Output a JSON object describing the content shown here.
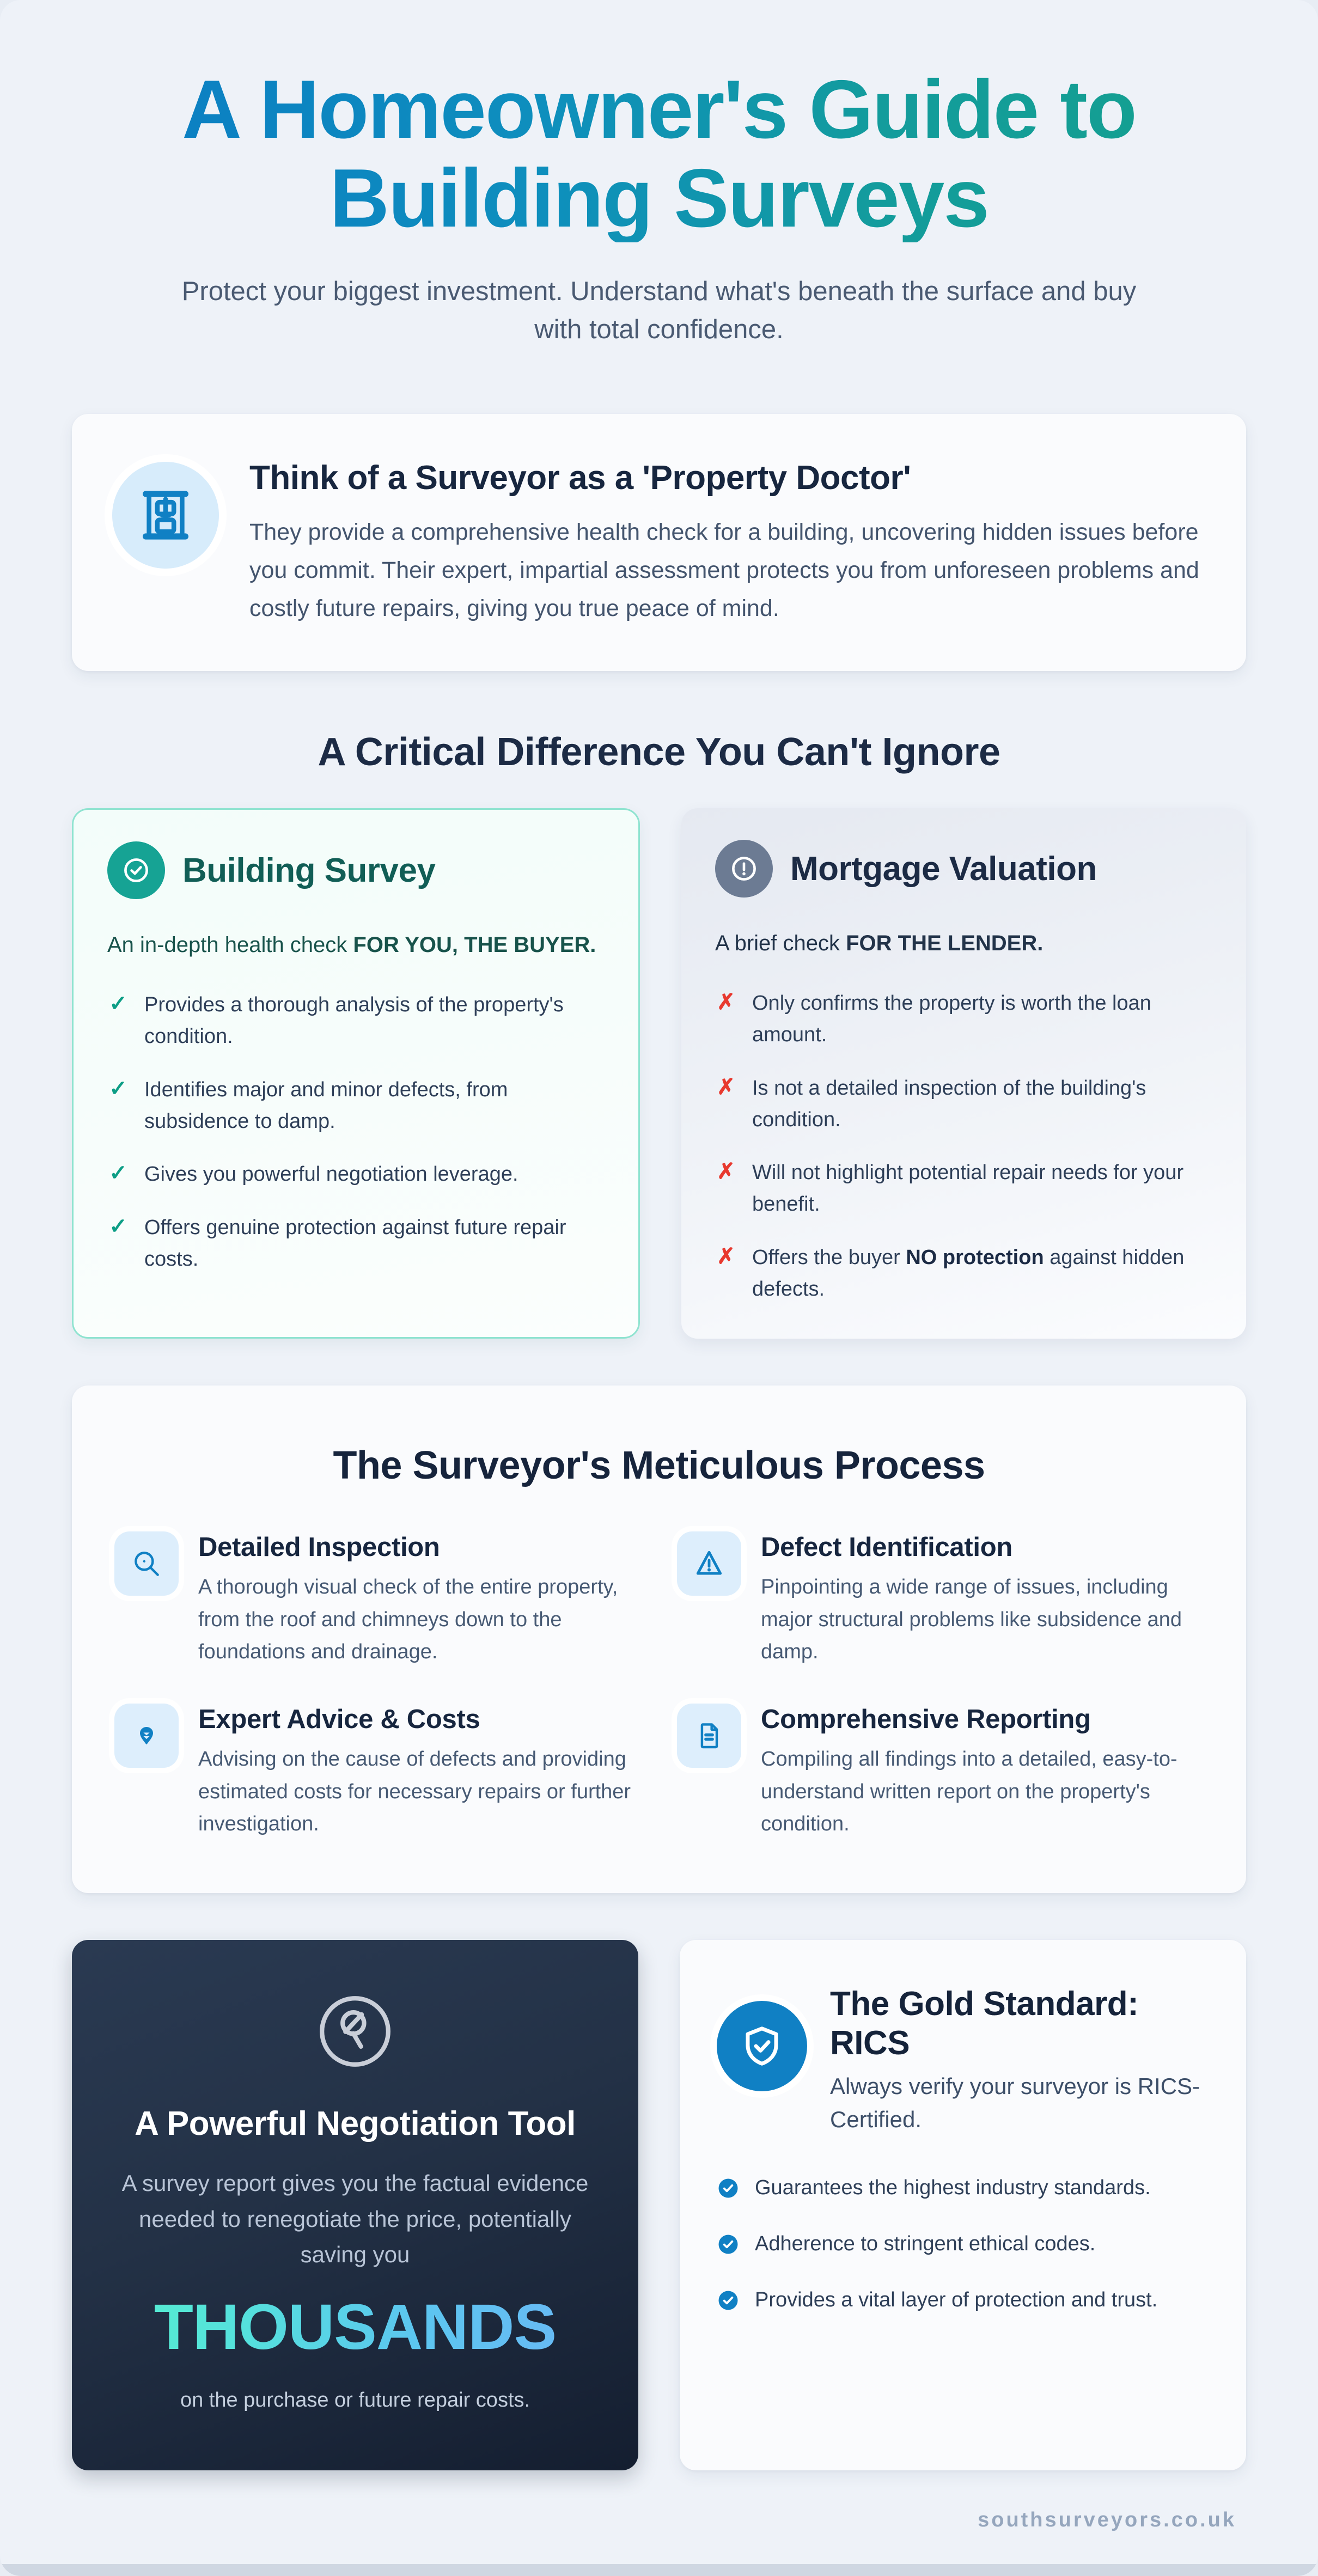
{
  "hero": {
    "title": "A Homeowner's Guide to Building Surveys",
    "subtitle": "Protect your biggest investment. Understand what's beneath the surface and buy with total confidence."
  },
  "intro": {
    "icon": "building-hospital-icon",
    "title": "Think of a Surveyor as a 'Property Doctor'",
    "text": "They provide a comprehensive health check for a building, uncovering hidden issues before you commit. Their expert, impartial assessment protects you from unforeseen problems and costly future repairs, giving you true peace of mind."
  },
  "compare": {
    "heading": "A Critical Difference You Can't Ignore",
    "good": {
      "icon": "check-circle-icon",
      "title": "Building Survey",
      "lead_plain": "An in-depth health check ",
      "lead_bold": "FOR YOU, THE BUYER.",
      "items": [
        "Provides a thorough analysis of the property's condition.",
        "Identifies major and minor defects, from subsidence to damp.",
        "Gives you powerful negotiation leverage.",
        "Offers genuine protection against future repair costs."
      ]
    },
    "bad": {
      "icon": "exclamation-circle-icon",
      "title": "Mortgage Valuation",
      "lead_plain": "A brief check ",
      "lead_bold": "FOR THE LENDER.",
      "items": [
        {
          "pre": "Only confirms the property is worth the loan amount.",
          "bold": "",
          "post": ""
        },
        {
          "pre": "Is not a detailed inspection of the building's condition.",
          "bold": "",
          "post": ""
        },
        {
          "pre": "Will not highlight potential repair needs for your benefit.",
          "bold": "",
          "post": ""
        },
        {
          "pre": "Offers the buyer ",
          "bold": "NO protection",
          "post": " against hidden defects."
        }
      ]
    }
  },
  "process": {
    "title": "The Surveyor's Meticulous Process",
    "items": [
      {
        "icon": "magnifier-icon",
        "heading": "Detailed Inspection",
        "text": "A thorough visual check of the entire property, from the roof and chimneys down to the foundations and drainage."
      },
      {
        "icon": "warning-triangle-icon",
        "heading": "Defect Identification",
        "text": "Pinpointing a wide range of issues, including major structural problems like subsidence and damp."
      },
      {
        "icon": "shield-pin-icon",
        "heading": "Expert Advice & Costs",
        "text": "Advising on the cause of defects and providing estimated costs for necessary repairs or further investigation."
      },
      {
        "icon": "document-icon",
        "heading": "Comprehensive Reporting",
        "text": "Compiling all findings into a detailed, easy-to-understand written report on the property's condition."
      }
    ]
  },
  "negotiation": {
    "icon": "pound-circle-icon",
    "title": "A Powerful Negotiation Tool",
    "text": "A survey report gives you the factual evidence needed to renegotiate the price, potentially saving you",
    "highlight": "THOUSANDS",
    "footer": "on the purchase or future repair costs."
  },
  "rics": {
    "icon": "shield-check-icon",
    "title": "The Gold Standard: RICS",
    "subtitle": "Always verify your surveyor is RICS-Certified.",
    "items": [
      "Guarantees the highest industry standards.",
      "Adherence to stringent ethical codes.",
      "Provides a vital layer of protection and trust."
    ]
  },
  "footer": {
    "site": "southsurveyors.co.uk"
  },
  "colors": {
    "title_gradient_from": "#0b7dc4",
    "title_gradient_to": "#14a08f",
    "good_accent": "#16a394",
    "bad_accent": "#6c7b93",
    "tick": "#0d9e86",
    "cross": "#e8392f",
    "brand_blue": "#1080c4",
    "dark_card": "#233146",
    "highlight_from": "#55f0cf",
    "highlight_to": "#6ab7f5"
  }
}
